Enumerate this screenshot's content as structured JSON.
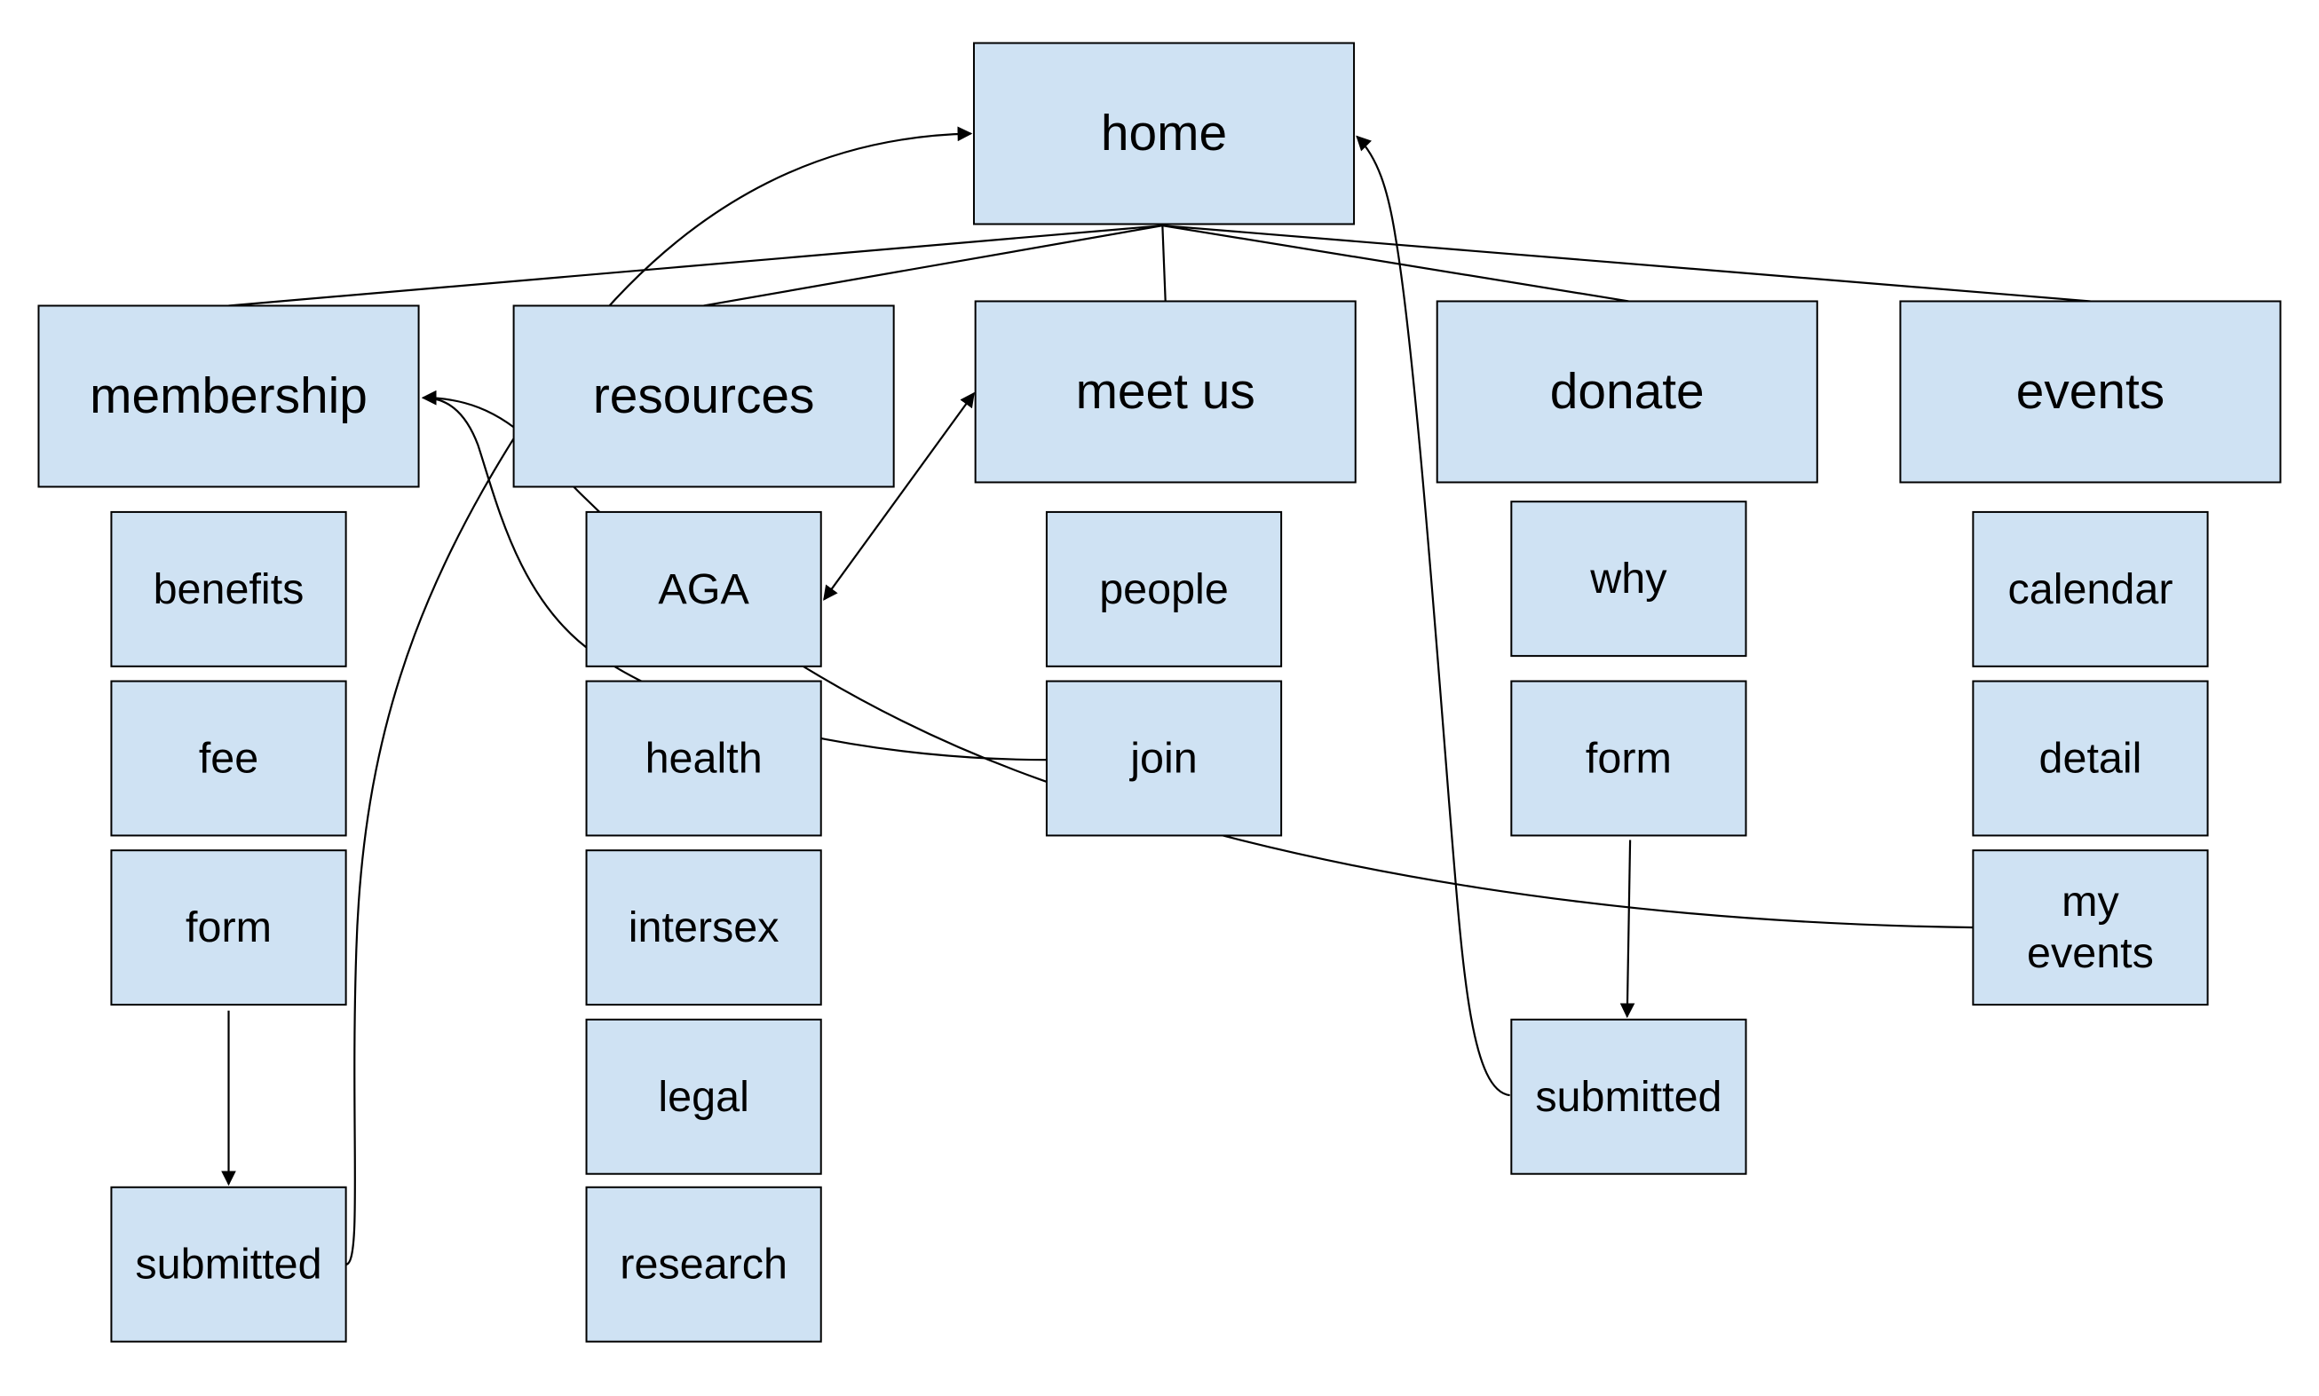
{
  "colors": {
    "node_fill": "#cfe2f3",
    "node_stroke": "#000000",
    "edge": "#000000",
    "background": "#ffffff"
  },
  "nodes": {
    "home": {
      "lines": [
        "home"
      ]
    },
    "membership": {
      "lines": [
        "membership"
      ]
    },
    "resources": {
      "lines": [
        "resources"
      ]
    },
    "meet_us": {
      "lines": [
        "meet us"
      ]
    },
    "donate": {
      "lines": [
        "donate"
      ]
    },
    "events": {
      "lines": [
        "events"
      ]
    },
    "benefits": {
      "lines": [
        "benefits"
      ]
    },
    "fee": {
      "lines": [
        "fee"
      ]
    },
    "mem_form": {
      "lines": [
        "form"
      ]
    },
    "mem_submitted": {
      "lines": [
        "submitted"
      ]
    },
    "aga": {
      "lines": [
        "AGA"
      ]
    },
    "health": {
      "lines": [
        "health"
      ]
    },
    "intersex": {
      "lines": [
        "intersex"
      ]
    },
    "legal": {
      "lines": [
        "legal"
      ]
    },
    "research": {
      "lines": [
        "research"
      ]
    },
    "people": {
      "lines": [
        "people"
      ]
    },
    "join": {
      "lines": [
        "join"
      ]
    },
    "why": {
      "lines": [
        "why"
      ]
    },
    "don_form": {
      "lines": [
        "form"
      ]
    },
    "don_submitted": {
      "lines": [
        "submitted"
      ]
    },
    "calendar": {
      "lines": [
        "calendar"
      ]
    },
    "detail": {
      "lines": [
        "detail"
      ]
    },
    "my_events": {
      "lines": [
        "my",
        "events"
      ]
    }
  },
  "edges": [
    {
      "from": "home",
      "to": "membership",
      "kind": "line"
    },
    {
      "from": "home",
      "to": "resources",
      "kind": "line"
    },
    {
      "from": "home",
      "to": "meet_us",
      "kind": "line"
    },
    {
      "from": "home",
      "to": "donate",
      "kind": "line"
    },
    {
      "from": "home",
      "to": "events",
      "kind": "line"
    },
    {
      "from": "mem_form",
      "to": "mem_submitted",
      "kind": "arrow"
    },
    {
      "from": "don_form",
      "to": "don_submitted",
      "kind": "arrow"
    },
    {
      "from": "mem_submitted",
      "to": "home",
      "kind": "arrow"
    },
    {
      "from": "don_submitted",
      "to": "home",
      "kind": "arrow"
    },
    {
      "from": "aga",
      "to": "meet_us",
      "kind": "double-arrow"
    },
    {
      "from": "join",
      "to": "membership",
      "kind": "arrow"
    },
    {
      "from": "my_events",
      "to": "membership",
      "kind": "arrow"
    }
  ]
}
